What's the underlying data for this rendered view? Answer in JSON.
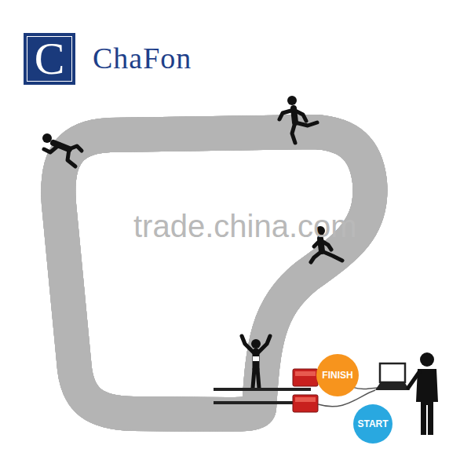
{
  "diagram": {
    "nodes": [
      {
        "text": [
          "C"
        ]
      },
      {
        "text": [
          "FINISH"
        ]
      },
      {
        "text": [
          "START"
        ]
      }
    ],
    "labels": [
      "ChaFon",
      "trade.china.com"
    ]
  }
}
